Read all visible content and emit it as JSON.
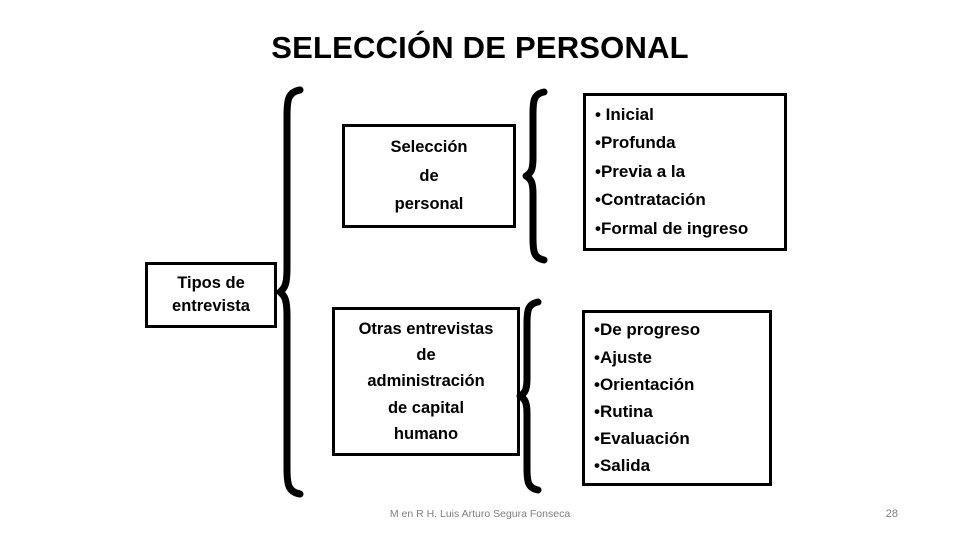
{
  "slide": {
    "title": "SELECCIÓN DE PERSONAL",
    "footer_credit": "M en R H. Luis Arturo Segura Fonseca",
    "page_number": "28",
    "colors": {
      "background": "#ffffff",
      "text": "#000000",
      "outline": "#000000",
      "footer_text": "#7f7f7f"
    }
  },
  "diagram": {
    "root": {
      "lines": [
        "Tipos de",
        "entrevista"
      ]
    },
    "branches": [
      {
        "category": {
          "lines": [
            "Selección",
            "de",
            "personal"
          ]
        },
        "items": [
          "•  Inicial",
          "•Profunda",
          "•Previa a la",
          "•Contratación",
          "•Formal de ingreso"
        ]
      },
      {
        "category": {
          "lines": [
            "Otras entrevistas",
            "de",
            "administración",
            "de capital",
            "humano"
          ]
        },
        "items": [
          "•De progreso",
          "•Ajuste",
          "•Orientación",
          "•Rutina",
          "•Evaluación",
          "•Salida"
        ]
      }
    ],
    "braces": [
      {
        "name": "brace-root"
      },
      {
        "name": "brace-seleccion"
      },
      {
        "name": "brace-otras"
      }
    ]
  }
}
